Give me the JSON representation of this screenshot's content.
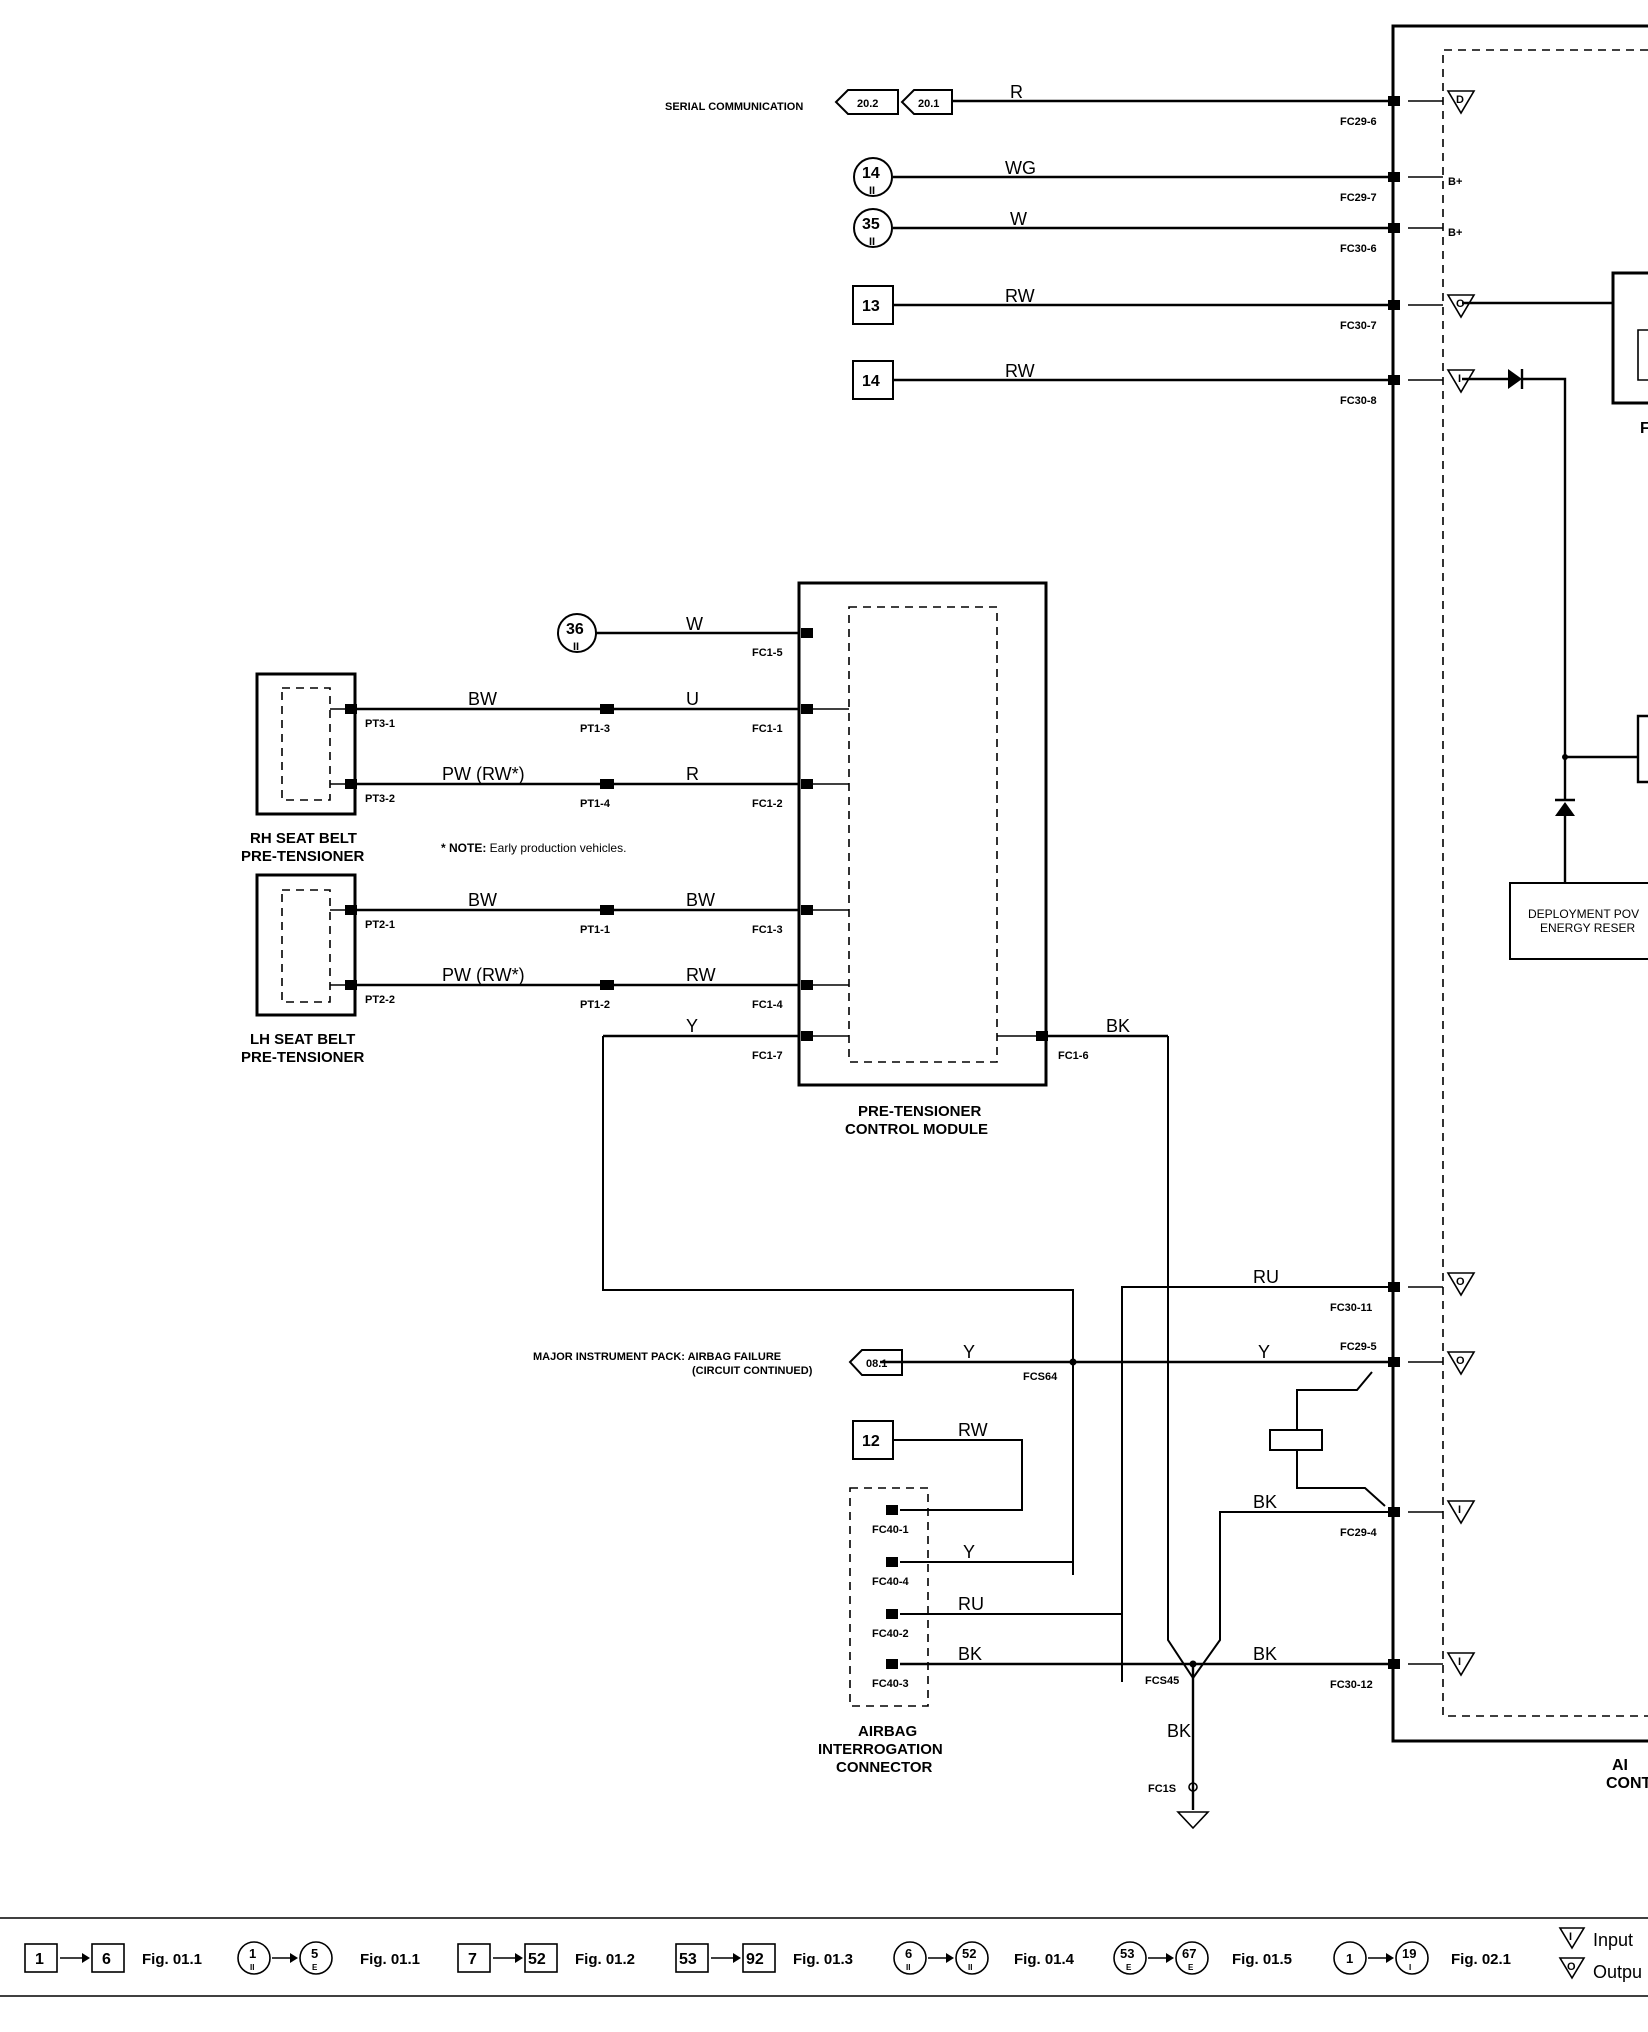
{
  "diagram": {
    "external": {
      "serial_label": "SERIAL COMMUNICATION",
      "serial_ref_a": "20.2",
      "serial_ref_b": "20.1",
      "majpack_line1": "MAJOR INSTRUMENT PACK: AIRBAG FAILURE",
      "majpack_line2": "(CIRCUIT CONTINUED)",
      "majpack_ref": "08.1"
    },
    "ref_circles": [
      {
        "num": "14",
        "sub": "II"
      },
      {
        "num": "35",
        "sub": "II"
      },
      {
        "num": "36",
        "sub": "II"
      }
    ],
    "ref_boxes": [
      "13",
      "14",
      "12"
    ],
    "wire_colors": {
      "fc29_6": "R",
      "fc29_7": "WG",
      "fc30_6": "W",
      "fc30_7": "RW",
      "fc30_8": "RW",
      "fc1_5": "W",
      "pt3_1": "BW",
      "fc1_1": "U",
      "pt3_2": "PW (RW*)",
      "fc1_2": "R",
      "pt2_1": "BW",
      "fc1_3": "BW",
      "pt2_2": "PW (RW*)",
      "fc1_4": "RW",
      "fc1_7": "Y",
      "fc1_6": "BK",
      "fc30_11": "RU",
      "maj_y": "Y",
      "fc29_5": "Y",
      "fc29_4": "BK",
      "fc30_12": "BK",
      "fc40_1": "RW",
      "fc40_4": "Y",
      "fc40_2": "RU",
      "fc40_3": "BK",
      "ground": "BK"
    },
    "pins": {
      "fc29_6": "FC29-6",
      "fc29_7": "FC29-7",
      "fc30_6": "FC30-6",
      "fc30_7": "FC30-7",
      "fc30_8": "FC30-8",
      "fc30_11": "FC30-11",
      "fc29_5": "FC29-5",
      "fc29_4": "FC29-4",
      "fc30_12": "FC30-12",
      "fc1_5": "FC1-5",
      "fc1_1": "FC1-1",
      "fc1_2": "FC1-2",
      "fc1_3": "FC1-3",
      "fc1_4": "FC1-4",
      "fc1_7": "FC1-7",
      "fc1_6": "FC1-6",
      "pt3_1": "PT3-1",
      "pt3_2": "PT3-2",
      "pt2_1": "PT2-1",
      "pt2_2": "PT2-2",
      "pt1_3": "PT1-3",
      "pt1_4": "PT1-4",
      "pt1_1": "PT1-1",
      "pt1_2": "PT1-2",
      "fc40_1": "FC40-1",
      "fc40_4": "FC40-4",
      "fc40_2": "FC40-2",
      "fc40_3": "FC40-3",
      "fcs64": "FCS64",
      "fcs45": "FCS45",
      "fc1s": "FC1S"
    },
    "internal": {
      "bplus_1": "B+",
      "bplus_2": "B+",
      "dep_line1": "DEPLOYMENT POV",
      "dep_line2": "ENERGY RESER"
    },
    "components": {
      "rh_line1": "RH SEAT BELT",
      "rh_line2": "PRE-TENSIONER",
      "lh_line1": "LH SEAT BELT",
      "lh_line2": "PRE-TENSIONER",
      "ptcm_line1": "PRE-TENSIONER",
      "ptcm_line2": "CONTROL MODULE",
      "aic_line1": "AIRBAG",
      "aic_line2": "INTERROGATION",
      "aic_line3": "CONNECTOR",
      "acm_line1": "AI",
      "acm_line2": "CONT",
      "right_f": "F"
    },
    "note_bold": "* NOTE:",
    "note_text": " Early production vehicles."
  },
  "legend": {
    "items": [
      {
        "from": "1",
        "to": "6",
        "fig": "Fig. 01.1"
      },
      {
        "from": "1",
        "from_sub": "II",
        "to": "5",
        "to_sub": "E",
        "fig": "Fig. 01.1"
      },
      {
        "from": "7",
        "to": "52",
        "fig": "Fig. 01.2"
      },
      {
        "from": "53",
        "to": "92",
        "fig": "Fig. 01.3"
      },
      {
        "from": "6",
        "from_sub": "II",
        "to": "52",
        "to_sub": "II",
        "fig": "Fig. 01.4"
      },
      {
        "from": "53",
        "from_sub": "E",
        "to": "67",
        "to_sub": "E",
        "fig": "Fig. 01.5"
      },
      {
        "from": "1",
        "to": "19",
        "to_sub": "I",
        "fig": "Fig. 02.1"
      }
    ],
    "input_label": "Input",
    "output_label": "Outpu",
    "input_glyph": "I",
    "output_glyph": "O"
  }
}
